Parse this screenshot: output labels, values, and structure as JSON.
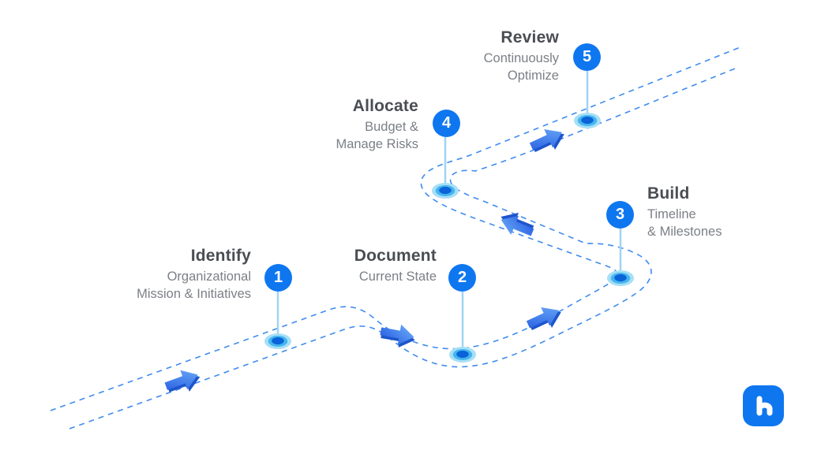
{
  "title": "5-step roadmap process diagram",
  "canvas": {
    "background": "#ffffff"
  },
  "road": {
    "style": "double-dashed-line",
    "color": "#3f8cef"
  },
  "markers": {
    "circle_fill": "#0e77f0",
    "number_color": "#ffffff",
    "stem_color": "#9fd4f4",
    "dot_outer": "#a7dff6",
    "dot_mid": "#45b5ef",
    "dot_inner": "#0a63d8"
  },
  "steps": [
    {
      "number": "1",
      "title": "Identify",
      "subtitle_lines": [
        "Organizational",
        "Mission & Initiatives"
      ]
    },
    {
      "number": "2",
      "title": "Document",
      "subtitle_lines": [
        "Current State"
      ]
    },
    {
      "number": "3",
      "title": "Build",
      "subtitle_lines": [
        "Timeline",
        "& Milestones"
      ]
    },
    {
      "number": "4",
      "title": "Allocate",
      "subtitle_lines": [
        "Budget &",
        "Manage Risks"
      ]
    },
    {
      "number": "5",
      "title": "Review",
      "subtitle_lines": [
        "Continuously",
        "Optimize"
      ]
    }
  ],
  "icons": {
    "arrow": "direction-arrow-icon",
    "arrow_color_gradient": [
      "#2257e0",
      "#6fb0f9"
    ],
    "logo": "brand-logo-icon",
    "logo_color": "#0e77f0"
  }
}
